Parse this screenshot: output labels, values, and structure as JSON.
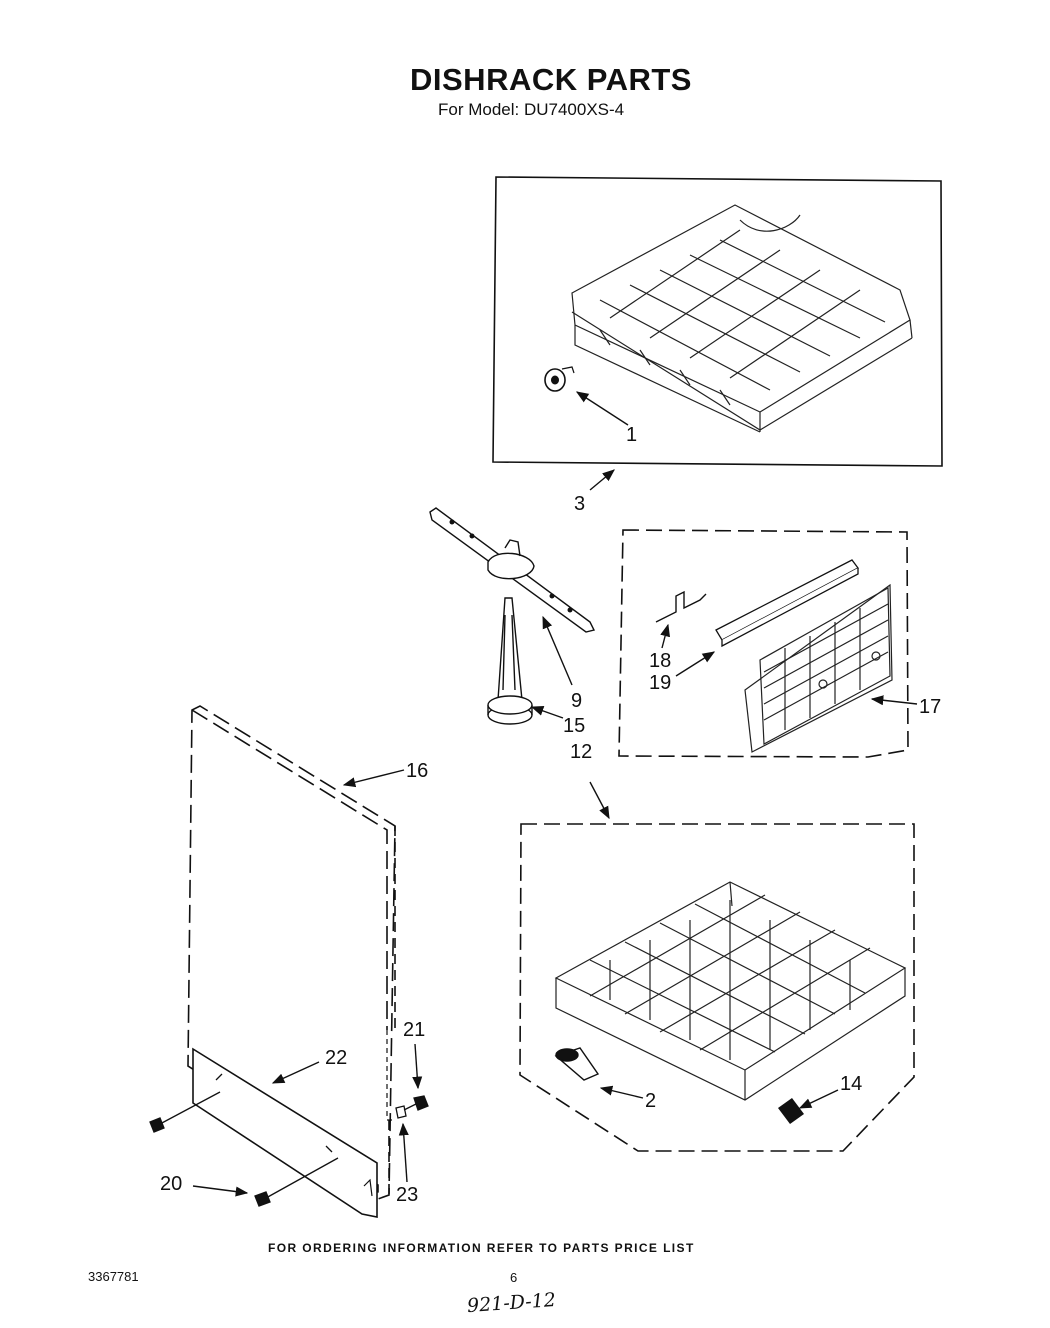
{
  "header": {
    "title": "DISHRACK PARTS",
    "subtitle": "For Model: DU7400XS-4"
  },
  "callouts": {
    "c1": "1",
    "c2": "2",
    "c3": "3",
    "c9": "9",
    "c12": "12",
    "c14": "14",
    "c15": "15",
    "c16": "16",
    "c17": "17",
    "c18": "18",
    "c19": "19",
    "c20": "20",
    "c21": "21",
    "c22": "22",
    "c23": "23"
  },
  "footer": {
    "ordering_note": "FOR ORDERING INFORMATION REFER TO PARTS PRICE LIST",
    "doc_number": "3367781",
    "page_number": "6",
    "handwritten": "921-D-12"
  }
}
